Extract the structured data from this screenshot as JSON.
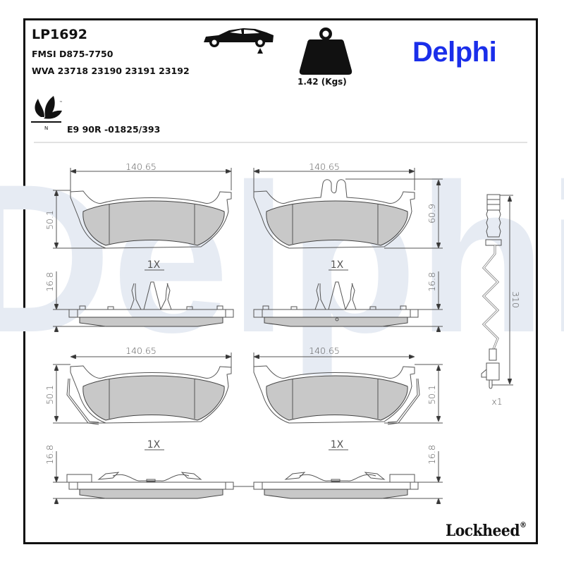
{
  "header": {
    "part_number": "LP1692",
    "fmsi": "FMSI D875-7750",
    "wva": "WVA 23718 23190 23191 23192",
    "ece_approval": "E9 90R -01825/393",
    "eco_icon": "leaf-eco-icon",
    "eco_mark_tm": "™",
    "eco_mark_n": "N",
    "axle_icon": "car-rear-axle-icon",
    "weight_icon": "weight-icon",
    "weight": "1.42 (Kgs)"
  },
  "brand": {
    "name": "Delphi",
    "color": "#1a2eea",
    "watermark_text": "Delphi",
    "watermark_color": "#e6ebf3"
  },
  "footer": {
    "brand": "Lockheed",
    "registered": "®"
  },
  "drawings": {
    "pad_top_left": {
      "width_dim": "140.65",
      "height_dim": "50.1"
    },
    "pad_top_right": {
      "width_dim": "140.65",
      "height_dim": "60.9"
    },
    "side_top_left": {
      "qty": "1X",
      "thickness_dim": "16.8"
    },
    "side_top_right": {
      "qty": "1X",
      "thickness_dim": "16.8"
    },
    "pad_bottom_left": {
      "width_dim": "140.65",
      "height_dim": "50.1"
    },
    "pad_bottom_right": {
      "width_dim": "140.65",
      "height_dim": "50.1"
    },
    "side_bottom_left": {
      "qty": "1X",
      "thickness_dim": "16.8"
    },
    "side_bottom_right": {
      "qty": "1X",
      "thickness_dim": "16.8"
    },
    "wear_sensor": {
      "length_dim": "310",
      "qty": "x1"
    }
  },
  "colors": {
    "friction_fill": "#c8c8c8",
    "line": "#555555",
    "frame": "#111111"
  }
}
